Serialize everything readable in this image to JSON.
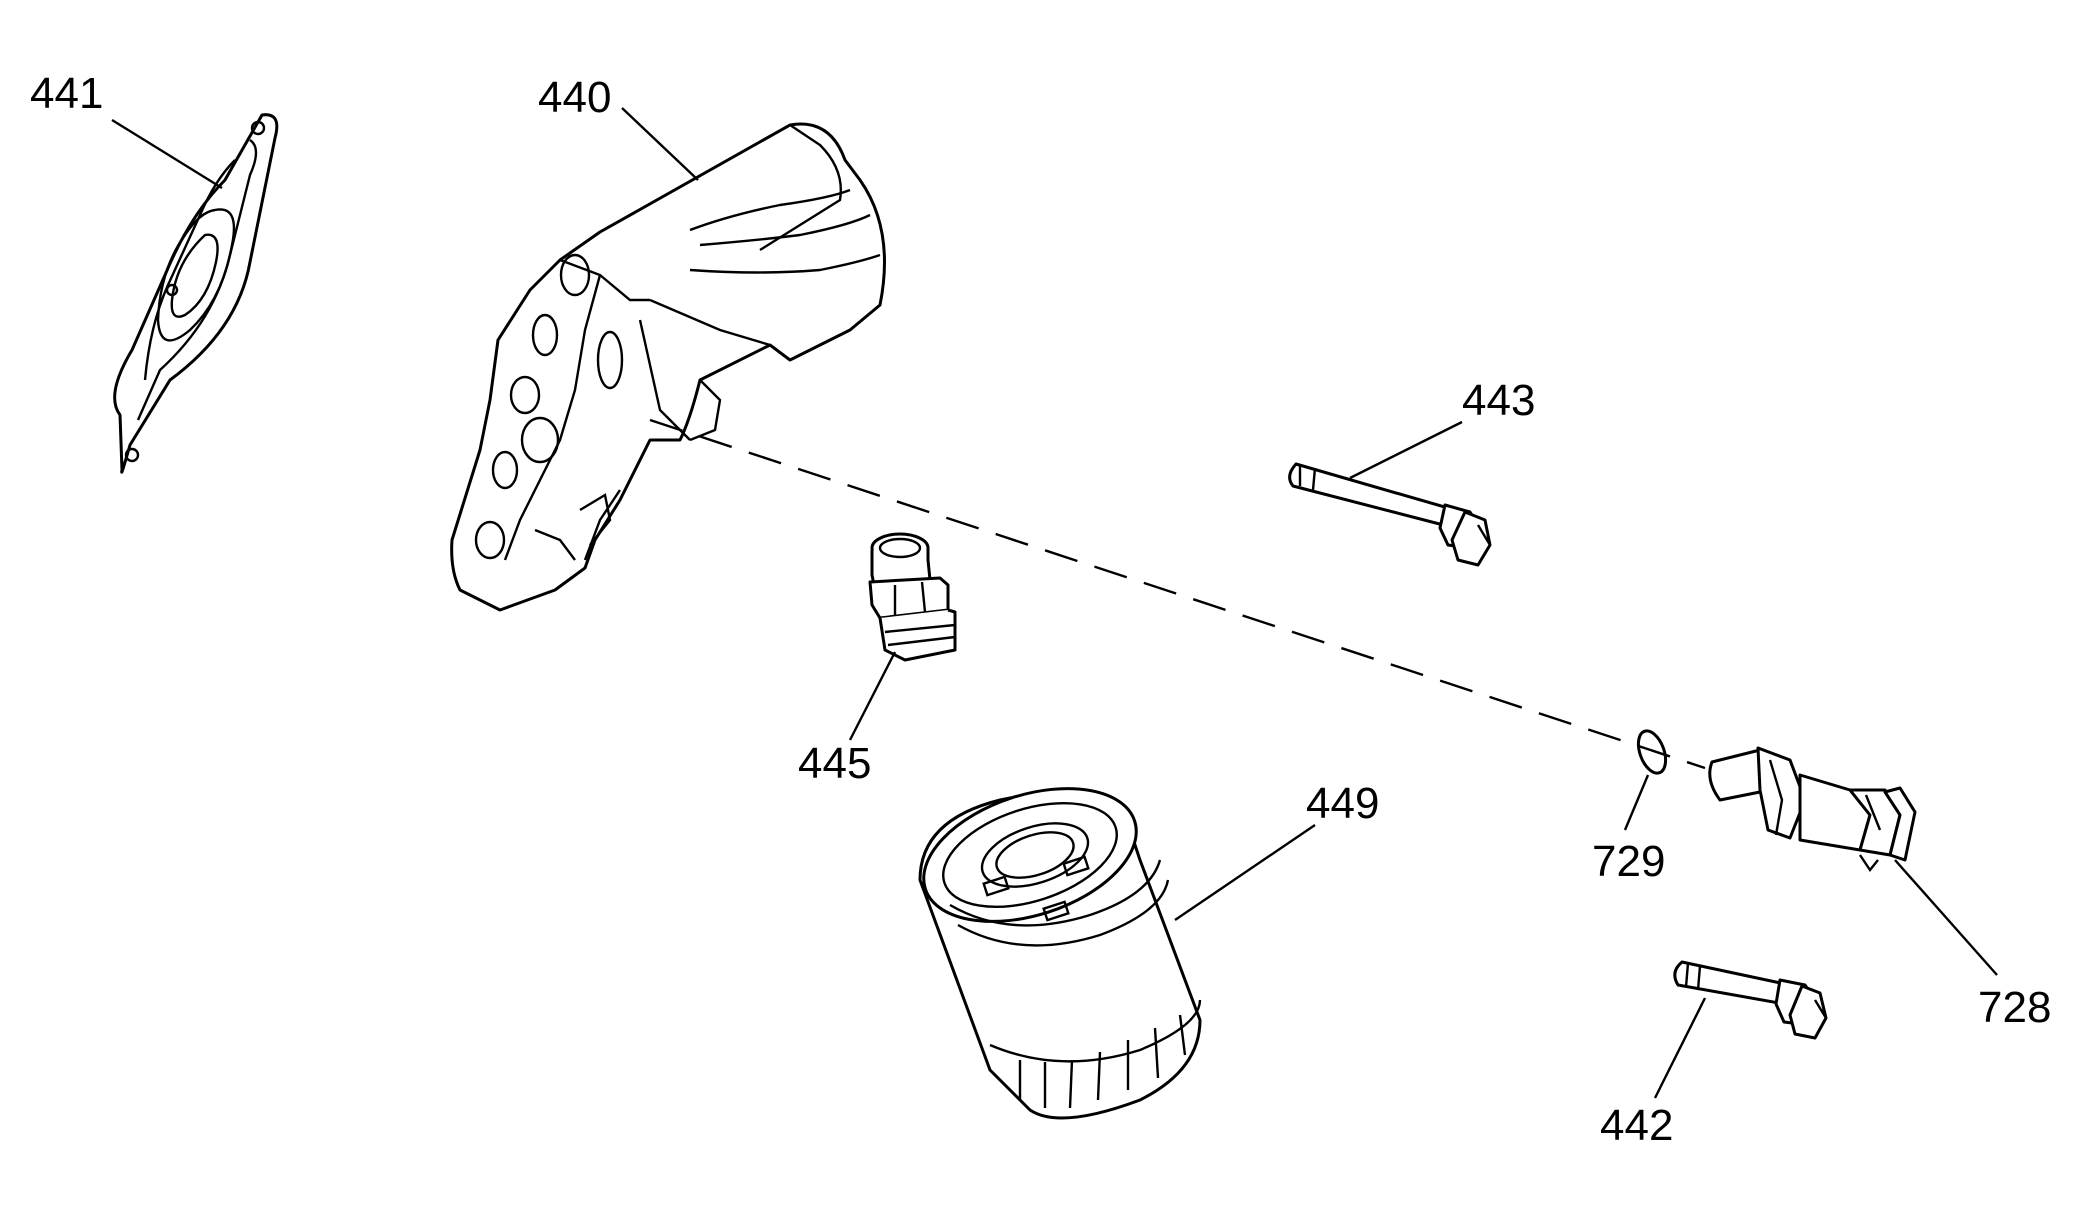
{
  "callouts": {
    "c441": "441",
    "c440": "440",
    "c443": "443",
    "c445": "445",
    "c449": "449",
    "c729": "729",
    "c728": "728",
    "c442": "442"
  },
  "colors": {
    "line": "#000000",
    "background": "#ffffff"
  }
}
